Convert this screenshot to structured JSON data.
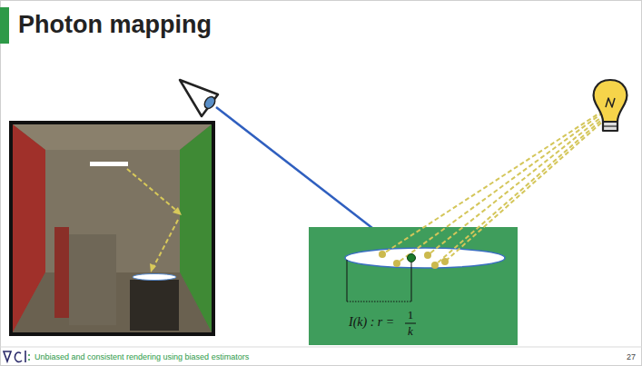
{
  "diagram": {
    "title": "Photon mapping",
    "labels": [
      "I(k) : r =",
      "1",
      "k",
      "Unbiased and consistent rendering using biased estimators",
      "27"
    ]
  }
}
